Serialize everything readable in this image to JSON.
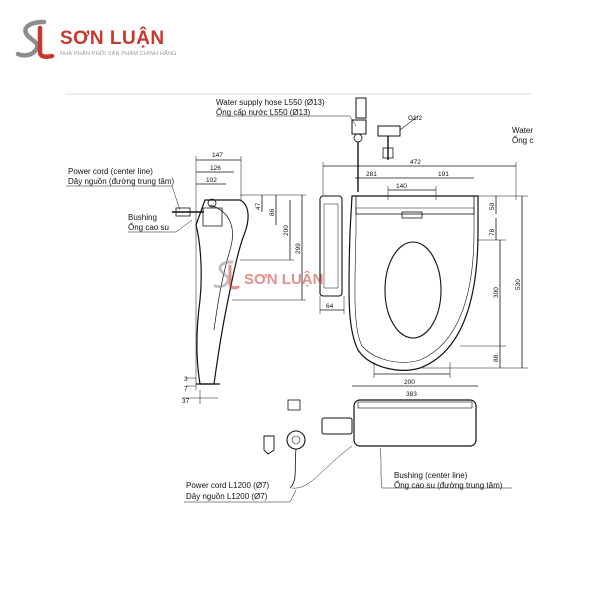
{
  "brand": {
    "name": "SƠN LUẬN",
    "tagline": "NHÀ PHÂN PHỐI SẢN PHẨM CHÍNH HÃNG",
    "watermark": "SƠN LUẬN",
    "primary_color": "#c8372d",
    "secondary_color": "#8d8d8d"
  },
  "labels": {
    "water_hose_en": "Water supply hose L550 (Ø13)",
    "water_hose_vi": "Ống cấp nước L550 (Ø13)",
    "water_right_en": "Water",
    "water_right_vi": "Ống c",
    "power_cord_en": "Power cord (center line)",
    "power_cord_vi": "Dây nguồn (đường trung tâm)",
    "bushing_en": "Bushing",
    "bushing_vi": "Ống cao su",
    "power_cord2_en": "Power cord L1200 (Ø7)",
    "power_cord2_vi": "Dây nguồn L1200 (Ø7)",
    "bushing2_en": "Bushing (center line)",
    "bushing2_vi": "Ống cao su (đường trung tâm)",
    "thread": "G1/2"
  },
  "dimensions": {
    "w147": "147",
    "w126": "126",
    "w102": "102",
    "h47": "47",
    "h86": "86",
    "h200": "200",
    "h299": "299",
    "w64": "64",
    "h3": "3",
    "h7": "7",
    "w37": "37",
    "w472": "472",
    "w281": "281",
    "w140": "140",
    "w191": "191",
    "h50": "50",
    "h78": "78",
    "h300": "300",
    "h530": "530",
    "h88": "88",
    "w200": "200",
    "w383": "383"
  }
}
